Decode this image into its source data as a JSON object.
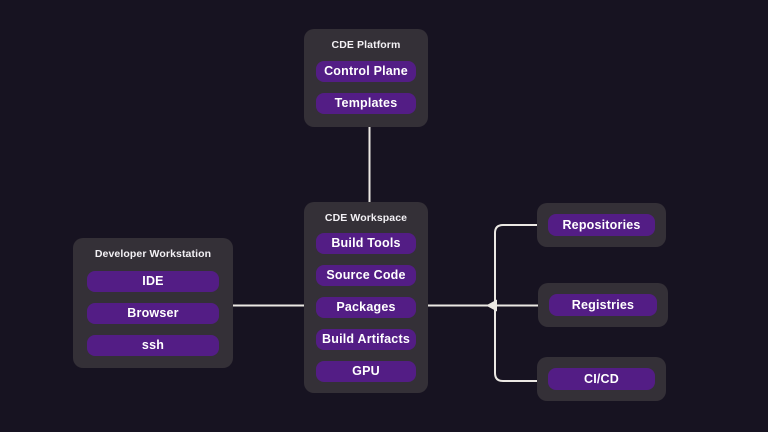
{
  "colors": {
    "background": "#171321",
    "container": "#343037",
    "pill": "#531d85",
    "line": "#ebe8e3",
    "title_text": "#f3f1f5",
    "pill_text": "#ffffff"
  },
  "diagram": {
    "platform": {
      "title": "CDE Platform",
      "items": [
        "Control Plane",
        "Templates"
      ]
    },
    "workspace": {
      "title": "CDE Workspace",
      "items": [
        "Build Tools",
        "Source Code",
        "Packages",
        "Build Artifacts",
        "GPU"
      ]
    },
    "workstation": {
      "title": "Developer Workstation",
      "items": [
        "IDE",
        "Browser",
        "ssh"
      ]
    },
    "external": {
      "items": [
        "Repositories",
        "Registries",
        "CI/CD"
      ]
    }
  }
}
